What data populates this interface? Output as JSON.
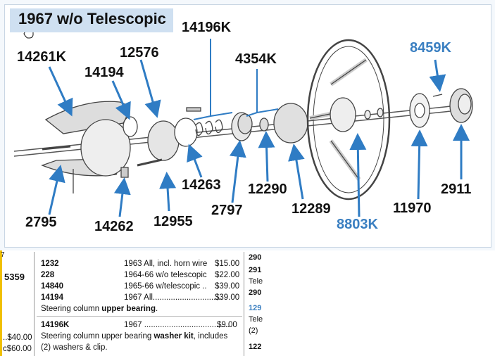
{
  "diagram": {
    "title": "1967 w/o Telescopic",
    "callouts": [
      {
        "id": "c-14196k",
        "text": "14196K",
        "blue": false
      },
      {
        "id": "c-14261k",
        "text": "14261K",
        "blue": false
      },
      {
        "id": "c-12576",
        "text": "12576",
        "blue": false
      },
      {
        "id": "c-14194",
        "text": "14194",
        "blue": false
      },
      {
        "id": "c-4354k",
        "text": "4354K",
        "blue": false
      },
      {
        "id": "c-8459k",
        "text": "8459K",
        "blue": true
      },
      {
        "id": "c-14263",
        "text": "14263",
        "blue": false
      },
      {
        "id": "c-12290",
        "text": "12290",
        "blue": false
      },
      {
        "id": "c-2797",
        "text": "2797",
        "blue": false
      },
      {
        "id": "c-12289",
        "text": "12289",
        "blue": false
      },
      {
        "id": "c-11970",
        "text": "11970",
        "blue": false
      },
      {
        "id": "c-2911",
        "text": "2911",
        "blue": false
      },
      {
        "id": "c-2795",
        "text": "2795",
        "blue": false
      },
      {
        "id": "c-14262",
        "text": "14262",
        "blue": false
      },
      {
        "id": "c-12955",
        "text": "12955",
        "blue": false
      },
      {
        "id": "c-8803k",
        "text": "8803K",
        "blue": true
      }
    ],
    "colors": {
      "arrow": "#2f7cc4",
      "blue_label": "#3a7fc1",
      "title_bg": "#cfe0f1",
      "line": "#555555"
    }
  },
  "catalog": {
    "left_partial": {
      "code": "5359",
      "price1": "..$40.00",
      "price2": "c$60.00",
      "top_mark": "7"
    },
    "rows": [
      {
        "part": "1232",
        "desc": "1963 All, incl. horn wire",
        "price": "$15.00"
      },
      {
        "part": "228",
        "desc": "1964-66 w/o telescopic",
        "price": "$22.00"
      },
      {
        "part": "14840",
        "desc": "1965-66 w/telescopic ..",
        "price": "$39.00"
      },
      {
        "part": "14194",
        "desc": "1967 All...............................",
        "price": "$39.00"
      }
    ],
    "bearing_note_prefix": "Steering column ",
    "bearing_note_bold": "upper bearing",
    "bearing_note_suffix": ".",
    "washer_row": {
      "part": "14196K",
      "desc": "1967 ......................................",
      "price": "$9.00"
    },
    "washer_note_prefix": "Steering column upper bearing ",
    "washer_note_bold": "washer kit",
    "washer_note_suffix": ", includes",
    "washer_note_line2": "(2) washers & clip.",
    "right_partial": [
      "290",
      "291",
      "Tele",
      "290",
      "129",
      "Tele",
      "(2)",
      "122"
    ]
  }
}
